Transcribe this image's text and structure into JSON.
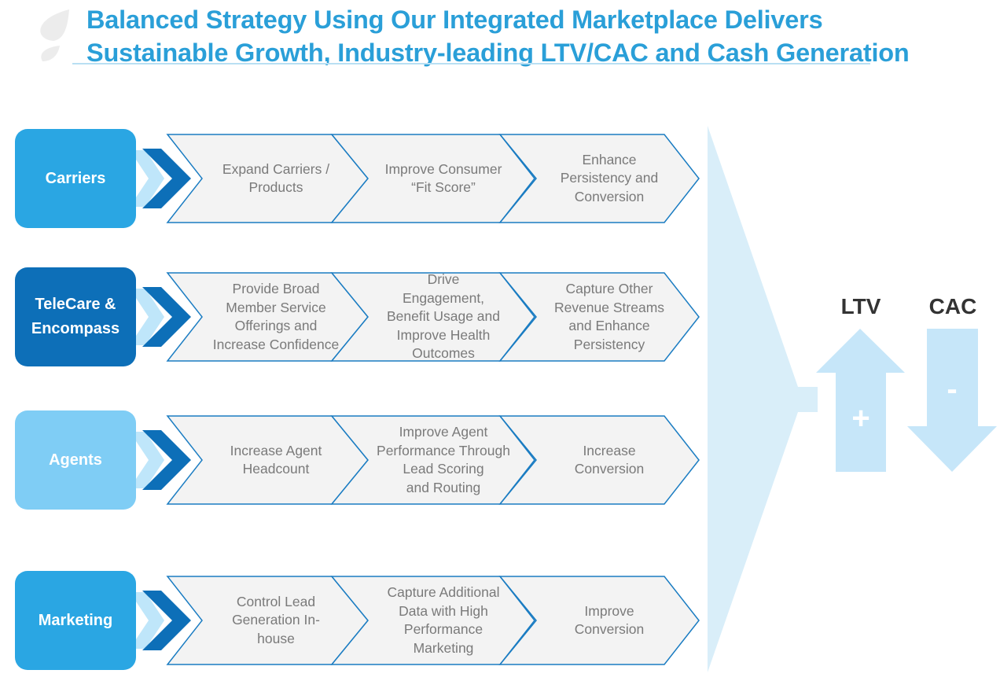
{
  "title": {
    "line1": "Balanced Strategy Using Our Integrated Marketplace Delivers",
    "line2": "Sustainable Growth, Industry-leading LTV/CAC and Cash Generation"
  },
  "colors": {
    "title": "#2a9fd8",
    "carriers": "#2aa6e3",
    "telecare": "#0d6fb8",
    "agents": "#7fcdf5",
    "marketing": "#2aa6e3",
    "chevron_dark": "#0d6fb8",
    "chevron_light": "#bfe6fa",
    "step_fill": "#f3f3f3",
    "step_stroke": "#1a7cc2",
    "funnel": "#d9eef9",
    "metric_arrow": "#c6e6f9"
  },
  "rows": [
    {
      "category": "Carriers",
      "steps": [
        "Expand Carriers /\nProducts",
        "Improve Consumer\n“Fit Score”",
        "Enhance\nPersistency and\nConversion"
      ]
    },
    {
      "category": "TeleCare &\nEncompass",
      "steps": [
        "Provide Broad\nMember Service\nOfferings and\nIncrease Confidence",
        "Drive\nEngagement,\nBenefit Usage and\nImprove Health\nOutcomes",
        "Capture Other\nRevenue Streams\nand Enhance\nPersistency"
      ]
    },
    {
      "category": "Agents",
      "steps": [
        "Increase Agent\nHeadcount",
        "Improve Agent\nPerformance Through\nLead Scoring\nand Routing",
        "Increase\nConversion"
      ]
    },
    {
      "category": "Marketing",
      "steps": [
        "Control Lead\nGeneration In-\nhouse",
        "Capture Additional\nData with High\nPerformance\nMarketing",
        "Improve\nConversion"
      ]
    }
  ],
  "metrics": {
    "ltv": {
      "label": "LTV",
      "sign": "+",
      "direction": "up"
    },
    "cac": {
      "label": "CAC",
      "sign": "-",
      "direction": "down"
    }
  }
}
